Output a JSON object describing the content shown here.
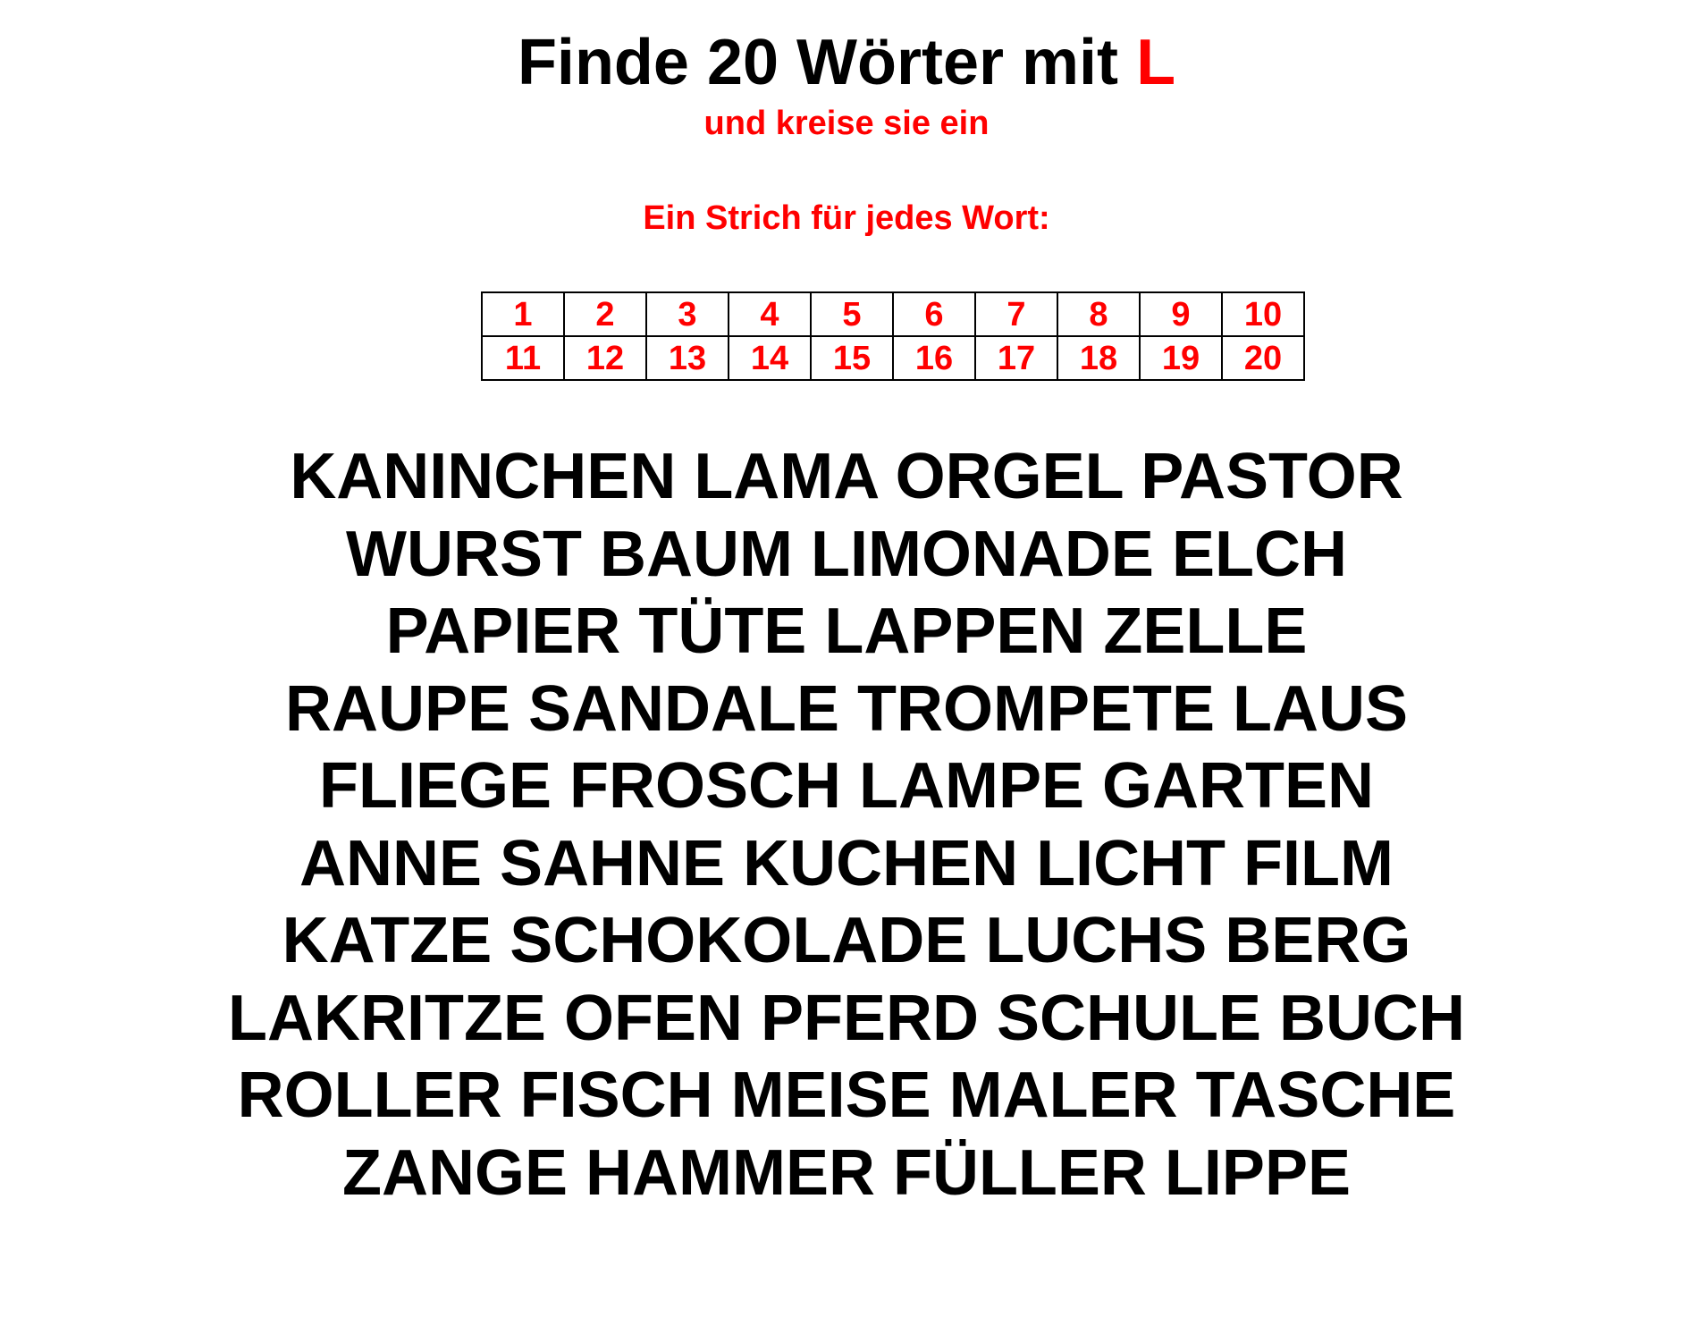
{
  "header": {
    "title_prefix": "Finde 20 Wörter mit",
    "title_letter": "L",
    "subtitle": "und kreise sie ein",
    "instruction": "Ein Strich für jedes Wort:"
  },
  "tally": {
    "row1": [
      "1",
      "2",
      "3",
      "4",
      "5",
      "6",
      "7",
      "8",
      "9",
      "10"
    ],
    "row2": [
      "11",
      "12",
      "13",
      "14",
      "15",
      "16",
      "17",
      "18",
      "19",
      "20"
    ]
  },
  "word_lines": [
    "KANINCHEN LAMA ORGEL PASTOR",
    "WURST BAUM LIMONADE ELCH",
    "PAPIER TÜTE LAPPEN ZELLE",
    "RAUPE SANDALE TROMPETE LAUS",
    "FLIEGE FROSCH LAMPE GARTEN",
    "ANNE SAHNE KUCHEN LICHT FILM",
    "KATZE SCHOKOLADE LUCHS BERG",
    "LAKRITZE OFEN PFERD SCHULE BUCH",
    "ROLLER FISCH MEISE MALER TASCHE",
    "ZANGE HAMMER FÜLLER LIPPE"
  ],
  "colors": {
    "accent": "#ff0000",
    "text": "#000000",
    "background": "#ffffff"
  }
}
